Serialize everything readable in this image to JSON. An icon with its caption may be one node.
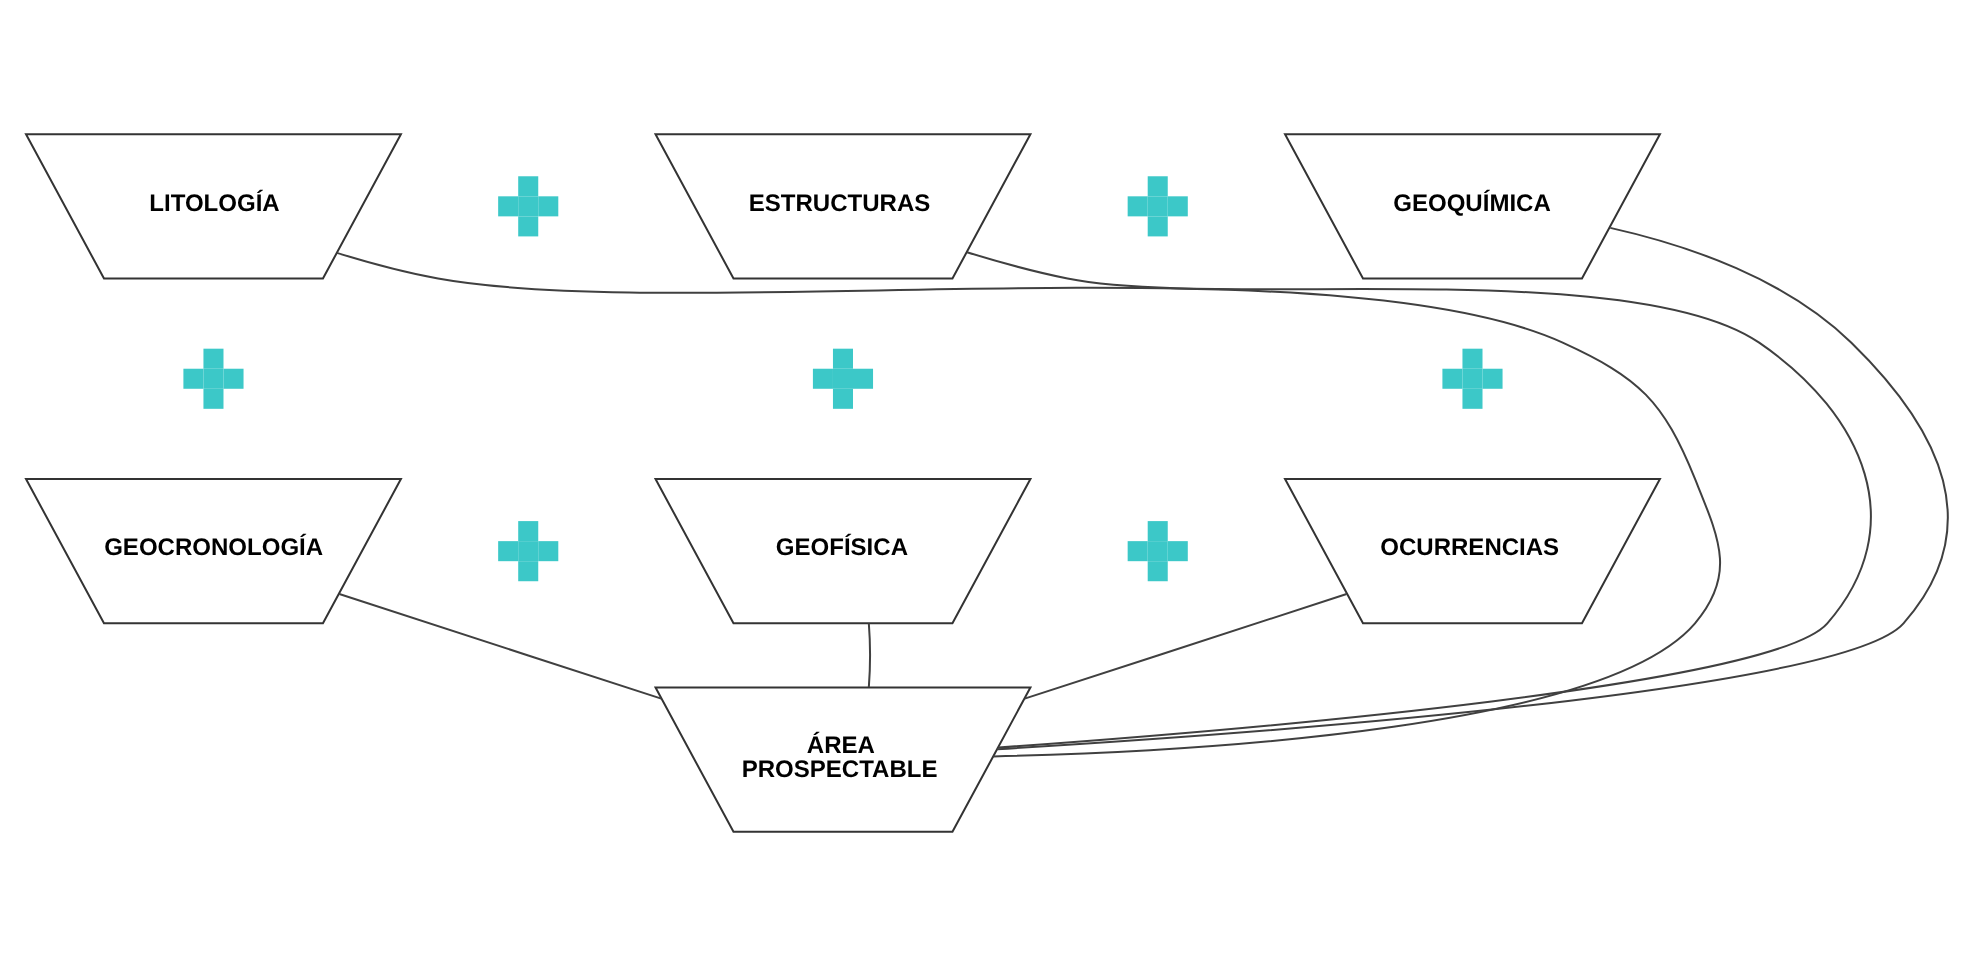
{
  "diagram": {
    "nodes": [
      {
        "text": [
          "LITOLOGÍA"
        ]
      },
      {
        "text": [],
        "shape": "plus"
      },
      {
        "text": [
          "ESTRUCTURAS"
        ]
      },
      {
        "text": [],
        "shape": "plus"
      },
      {
        "text": [
          "GEOQUÍMICA"
        ]
      },
      {
        "text": [],
        "shape": "plus"
      },
      {
        "text": [],
        "shape": "plus"
      },
      {
        "text": [],
        "shape": "plus"
      },
      {
        "text": [
          "GEOCRONOLOGÍA"
        ]
      },
      {
        "text": [],
        "shape": "plus"
      },
      {
        "text": [
          "GEOFÍSICA"
        ]
      },
      {
        "text": [],
        "shape": "plus"
      },
      {
        "text": [
          "OCURRENCIAS"
        ]
      },
      {
        "text": [
          "ÁREA PROSPECTABLE"
        ]
      }
    ],
    "edges": [
      {
        "from": 0,
        "to": 13,
        "arrow": "none"
      },
      {
        "from": 2,
        "to": 13,
        "arrow": "none"
      },
      {
        "from": 4,
        "to": 13,
        "arrow": "none"
      },
      {
        "from": 8,
        "to": 13,
        "arrow": "none"
      },
      {
        "from": 10,
        "to": 13,
        "arrow": "none"
      },
      {
        "from": 12,
        "to": 13,
        "arrow": "none"
      }
    ]
  }
}
